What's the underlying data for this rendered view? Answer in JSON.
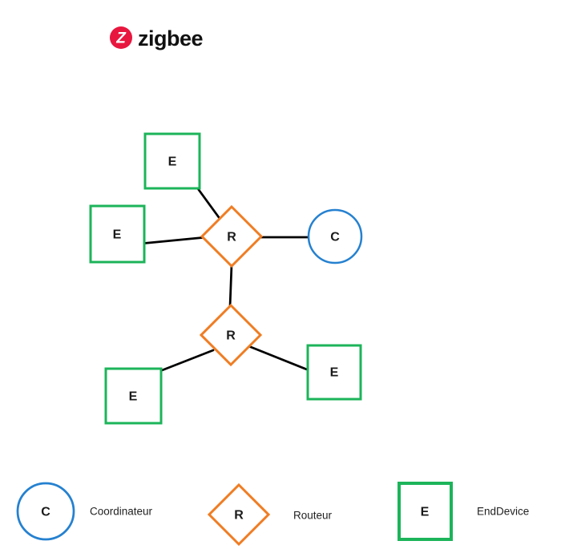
{
  "logo": {
    "brand": "zigbee",
    "monogram": "Z"
  },
  "colors": {
    "logo_red": "#e8173f",
    "coordinator_blue": "#2581d0",
    "router_orange": "#ef7d23",
    "end_device_green": "#1cb45a",
    "edge_black": "#000000"
  },
  "diagram": {
    "nodes": [
      {
        "id": "E1",
        "type": "EndDevice",
        "label": "E"
      },
      {
        "id": "E2",
        "type": "EndDevice",
        "label": "E"
      },
      {
        "id": "R1",
        "type": "Routeur",
        "label": "R"
      },
      {
        "id": "C1",
        "type": "Coordinateur",
        "label": "C"
      },
      {
        "id": "R2",
        "type": "Routeur",
        "label": "R"
      },
      {
        "id": "E3",
        "type": "EndDevice",
        "label": "E"
      },
      {
        "id": "E4",
        "type": "EndDevice",
        "label": "E"
      }
    ],
    "edges": [
      {
        "from": "E1",
        "to": "R1"
      },
      {
        "from": "E2",
        "to": "R1"
      },
      {
        "from": "R1",
        "to": "C1"
      },
      {
        "from": "R1",
        "to": "R2"
      },
      {
        "from": "R2",
        "to": "E3"
      },
      {
        "from": "R2",
        "to": "E4"
      }
    ]
  },
  "legend": {
    "items": [
      {
        "symbol": "C",
        "shape": "circle",
        "label": "Coordinateur"
      },
      {
        "symbol": "R",
        "shape": "diamond",
        "label": "Routeur"
      },
      {
        "symbol": "E",
        "shape": "square",
        "label": "EndDevice"
      }
    ]
  }
}
